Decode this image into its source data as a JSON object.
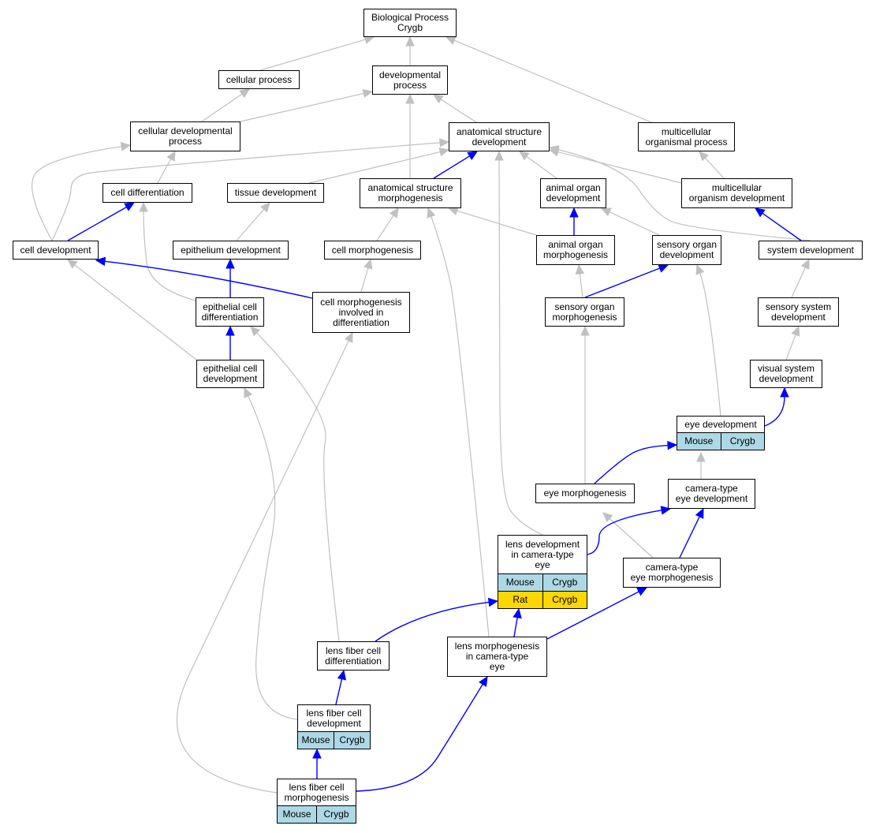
{
  "colors": {
    "is_a_edge": "#c0c0c0",
    "part_of_edge": "#0000ff",
    "mouse_row": "#add8e6",
    "rat_row": "#ffd700"
  },
  "nodes": {
    "bp": {
      "label": "Biological Process\nCrygb"
    },
    "cp": {
      "label": "cellular process"
    },
    "dp": {
      "label": "developmental\nprocess"
    },
    "cdp": {
      "label": "cellular developmental\nprocess"
    },
    "asd": {
      "label": "anatomical structure\ndevelopment"
    },
    "mop": {
      "label": "multicellular\norganismal process"
    },
    "cd": {
      "label": "cell differentiation"
    },
    "td": {
      "label": "tissue development"
    },
    "asm": {
      "label": "anatomical structure\nmorphogenesis"
    },
    "aod": {
      "label": "animal organ\ndevelopment"
    },
    "mod": {
      "label": "multicellular\norganism development"
    },
    "cdev": {
      "label": "cell development"
    },
    "ed": {
      "label": "epithelium development"
    },
    "cm": {
      "label": "cell morphogenesis"
    },
    "aom": {
      "label": "animal organ\nmorphogenesis"
    },
    "sod": {
      "label": "sensory organ\ndevelopment"
    },
    "sd": {
      "label": "system development"
    },
    "ecdiff": {
      "label": "epithelial cell\ndifferentiation"
    },
    "cmid": {
      "label": "cell morphogenesis\ninvolved in\ndifferentiation"
    },
    "som": {
      "label": "sensory organ\nmorphogenesis"
    },
    "ssd": {
      "label": "sensory system\ndevelopment"
    },
    "ecdev": {
      "label": "epithelial cell\ndevelopment"
    },
    "vsd": {
      "label": "visual system\ndevelopment"
    },
    "eyed": {
      "label": "eye development",
      "rows": [
        {
          "species": "Mouse",
          "gene": "Crygb"
        }
      ]
    },
    "eyem": {
      "label": "eye morphogenesis"
    },
    "cted": {
      "label": "camera-type\neye development"
    },
    "ldct": {
      "label": "lens development\nin camera-type\neye",
      "rows": [
        {
          "species": "Mouse",
          "gene": "Crygb"
        },
        {
          "species": "Rat",
          "gene": "Crygb"
        }
      ]
    },
    "ctem": {
      "label": "camera-type\neye morphogenesis"
    },
    "lfcdiff": {
      "label": "lens fiber cell\ndifferentiation"
    },
    "lmct": {
      "label": "lens morphogenesis\nin camera-type\neye"
    },
    "lfcdev": {
      "label": "lens fiber cell\ndevelopment",
      "rows": [
        {
          "species": "Mouse",
          "gene": "Crygb"
        }
      ]
    },
    "lfcm": {
      "label": "lens fiber cell\nmorphogenesis",
      "rows": [
        {
          "species": "Mouse",
          "gene": "Crygb"
        }
      ]
    }
  },
  "edges": [
    {
      "from": "cp",
      "to": "bp",
      "rel": "is_a"
    },
    {
      "from": "dp",
      "to": "bp",
      "rel": "is_a"
    },
    {
      "from": "mop",
      "to": "bp",
      "rel": "is_a"
    },
    {
      "from": "cdp",
      "to": "cp",
      "rel": "is_a"
    },
    {
      "from": "cdp",
      "to": "dp",
      "rel": "is_a"
    },
    {
      "from": "asd",
      "to": "dp",
      "rel": "is_a"
    },
    {
      "from": "asm",
      "to": "dp",
      "rel": "is_a"
    },
    {
      "from": "cd",
      "to": "cdp",
      "rel": "is_a"
    },
    {
      "from": "cdev",
      "to": "cdp",
      "rel": "is_a"
    },
    {
      "from": "cdev",
      "to": "asd",
      "rel": "is_a"
    },
    {
      "from": "td",
      "to": "asd",
      "rel": "is_a"
    },
    {
      "from": "asm",
      "to": "asd",
      "rel": "part_of"
    },
    {
      "from": "aod",
      "to": "asd",
      "rel": "is_a"
    },
    {
      "from": "mod",
      "to": "asd",
      "rel": "is_a"
    },
    {
      "from": "sd",
      "to": "asd",
      "rel": "is_a"
    },
    {
      "from": "ldct",
      "to": "asd",
      "rel": "is_a"
    },
    {
      "from": "mod",
      "to": "mop",
      "rel": "is_a"
    },
    {
      "from": "cdev",
      "to": "cd",
      "rel": "part_of"
    },
    {
      "from": "ecdiff",
      "to": "cd",
      "rel": "is_a"
    },
    {
      "from": "ed",
      "to": "td",
      "rel": "is_a"
    },
    {
      "from": "cm",
      "to": "asm",
      "rel": "is_a"
    },
    {
      "from": "aom",
      "to": "asm",
      "rel": "is_a"
    },
    {
      "from": "lmct",
      "to": "asm",
      "rel": "is_a"
    },
    {
      "from": "aom",
      "to": "aod",
      "rel": "part_of"
    },
    {
      "from": "sod",
      "to": "aod",
      "rel": "is_a"
    },
    {
      "from": "sd",
      "to": "mod",
      "rel": "part_of"
    },
    {
      "from": "ecdev",
      "to": "cdev",
      "rel": "is_a"
    },
    {
      "from": "cmid",
      "to": "cdev",
      "rel": "part_of"
    },
    {
      "from": "ecdiff",
      "to": "ed",
      "rel": "part_of"
    },
    {
      "from": "cmid",
      "to": "cm",
      "rel": "is_a"
    },
    {
      "from": "som",
      "to": "aom",
      "rel": "is_a"
    },
    {
      "from": "som",
      "to": "sod",
      "rel": "part_of"
    },
    {
      "from": "eyed",
      "to": "sod",
      "rel": "is_a"
    },
    {
      "from": "ssd",
      "to": "sd",
      "rel": "is_a"
    },
    {
      "from": "ecdev",
      "to": "ecdiff",
      "rel": "part_of"
    },
    {
      "from": "lfcdiff",
      "to": "ecdiff",
      "rel": "is_a"
    },
    {
      "from": "lfcm",
      "to": "cmid",
      "rel": "is_a"
    },
    {
      "from": "eyem",
      "to": "som",
      "rel": "is_a"
    },
    {
      "from": "vsd",
      "to": "ssd",
      "rel": "is_a"
    },
    {
      "from": "lfcdev",
      "to": "ecdev",
      "rel": "is_a"
    },
    {
      "from": "eyed",
      "to": "vsd",
      "rel": "part_of"
    },
    {
      "from": "eyem",
      "to": "eyed",
      "rel": "part_of"
    },
    {
      "from": "cted",
      "to": "eyed",
      "rel": "is_a"
    },
    {
      "from": "ctem",
      "to": "eyem",
      "rel": "is_a"
    },
    {
      "from": "ldct",
      "to": "cted",
      "rel": "part_of"
    },
    {
      "from": "ctem",
      "to": "cted",
      "rel": "part_of"
    },
    {
      "from": "lfcdiff",
      "to": "ldct",
      "rel": "part_of"
    },
    {
      "from": "lmct",
      "to": "ldct",
      "rel": "part_of"
    },
    {
      "from": "lmct",
      "to": "ctem",
      "rel": "part_of"
    },
    {
      "from": "lfcdev",
      "to": "lfcdiff",
      "rel": "part_of"
    },
    {
      "from": "lfcm",
      "to": "lmct",
      "rel": "part_of"
    },
    {
      "from": "lfcm",
      "to": "lfcdev",
      "rel": "part_of"
    }
  ]
}
